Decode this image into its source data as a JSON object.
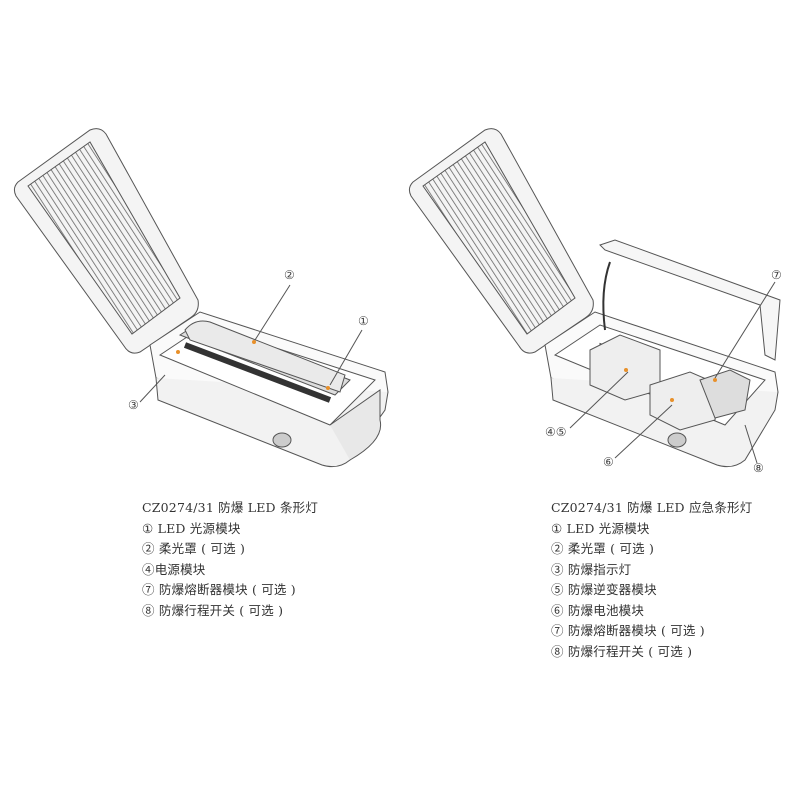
{
  "left_figure": {
    "title": "CZ0274/31 防爆 LED 条形灯",
    "items": [
      "① LED 光源模块",
      "② 柔光罩 ( 可选 )",
      "④电源模块",
      "⑦ 防爆熔断器模块 ( 可选 )",
      "⑧ 防爆行程开关 ( 可选 )"
    ],
    "callouts": [
      "②",
      "①",
      "③"
    ]
  },
  "right_figure": {
    "title": "CZ0274/31 防爆 LED 应急条形灯",
    "items": [
      "① LED 光源模块",
      "② 柔光罩 ( 可选 )",
      "③ 防爆指示灯",
      "⑤ 防爆逆变器模块",
      "⑥ 防爆电池模块",
      "⑦ 防爆熔断器模块 ( 可选 )",
      "⑧ 防爆行程开关 ( 可选 )"
    ],
    "callouts": [
      "⑦",
      "④⑤",
      "⑥",
      "⑧"
    ]
  },
  "colors": {
    "line": "#555555",
    "accent": "#e8902a"
  }
}
